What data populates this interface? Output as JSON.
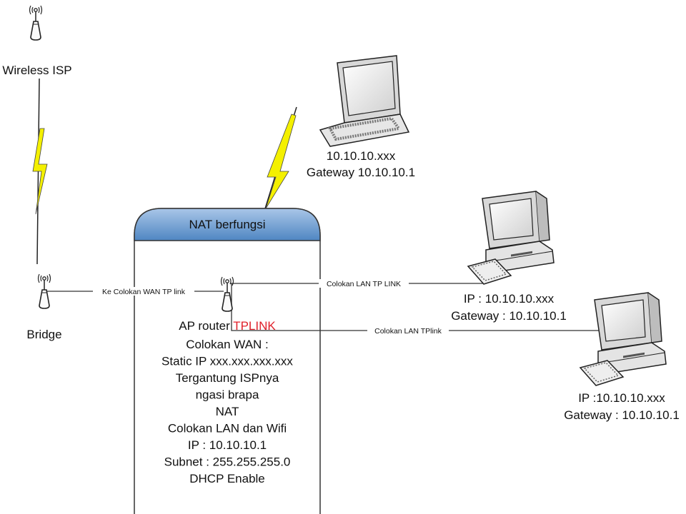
{
  "nodes": {
    "wireless_isp": {
      "label": "Wireless ISP",
      "icon": "antenna-icon"
    },
    "bridge": {
      "label": "Bridge",
      "icon": "antenna-icon"
    },
    "laptop": {
      "icon": "laptop-icon",
      "lines": [
        "10.10.10.xxx",
        "Gateway 10.10.10.1"
      ]
    },
    "pc1": {
      "icon": "desktop-computer-icon",
      "lines": [
        "IP : 10.10.10.xxx",
        "Gateway : 10.10.10.1"
      ]
    },
    "pc2": {
      "icon": "desktop-computer-icon",
      "lines": [
        "IP :10.10.10.xxx",
        "Gateway : 10.10.10.1"
      ]
    }
  },
  "router_box": {
    "header": "NAT berfungsi",
    "title_prefix": "AP router ",
    "title_brand": "TPLINK",
    "lines": [
      "Colokan WAN :",
      "Static IP xxx.xxx.xxx.xxx",
      "Tergantung ISPnya",
      "ngasi brapa",
      "NAT",
      "Colokan LAN dan Wifi",
      "IP : 10.10.10.1",
      "Subnet : 255.255.255.0",
      "DHCP Enable"
    ]
  },
  "links": {
    "wan": "Ke Colokan WAN TP link",
    "lan1": "Colokan LAN TP LINK",
    "lan2": "Colokan LAN TPlink"
  },
  "colors": {
    "header_blue": "#6f9fd0",
    "brand_red": "#e0202a",
    "bolt_yellow": "#f4f000"
  }
}
